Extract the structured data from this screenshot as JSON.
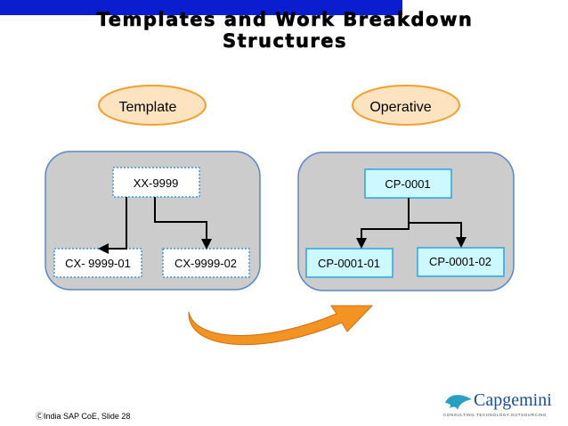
{
  "slide": {
    "title_line1": "Templates and Work Breakdown",
    "title_line2": "Structures",
    "footer": "ⒸIndia SAP CoE, Slide 28"
  },
  "template": {
    "label": "Template",
    "root": "XX-9999",
    "children": [
      "CX- 9999-01",
      "CX-9999-02"
    ]
  },
  "operative": {
    "label": "Operative",
    "root": "CP-0001",
    "children": [
      "CP-0001-01",
      "CP-0001-02"
    ]
  },
  "logo": {
    "name": "Capgemini",
    "tagline": "CONSULTING.TECHNOLOGY.OUTSOURCING"
  },
  "colors": {
    "header_bar": "#0a1ecf",
    "ellipse_fill": "#fde3c0",
    "ellipse_stroke": "#f0a030",
    "panel_fill": "#cccccc",
    "panel_stroke": "#5b86c4",
    "operative_box": "#ccf8ff",
    "arrow": "#f39322"
  }
}
